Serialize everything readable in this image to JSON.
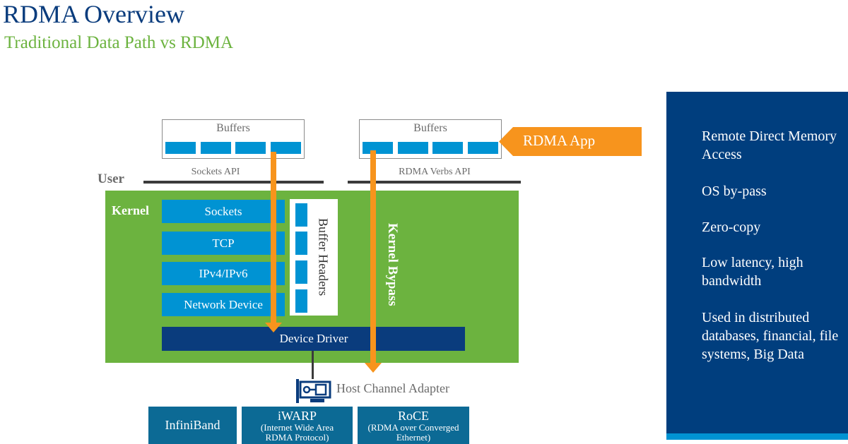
{
  "header": {
    "title": "RDMA Overview",
    "subtitle": "Traditional Data Path vs RDMA"
  },
  "colors": {
    "title": "#0a3c7d",
    "subtitle": "#6cb33f",
    "kernel_bg": "#6cb33f",
    "layer_blue": "#0093d3",
    "driver_navy": "#0a3c7d",
    "arrow_orange": "#f7941d",
    "protocol_teal": "#0c6a95",
    "sidebar_navy": "#003e7e"
  },
  "diagram": {
    "traditional": {
      "buffers_label": "Buffers",
      "buffer_cells": 4,
      "api_label": "Sockets API"
    },
    "rdma": {
      "buffers_label": "Buffers",
      "buffer_cells": 4,
      "api_label": "RDMA Verbs API",
      "app_label": "RDMA App"
    },
    "user_label": "User",
    "kernel_label": "Kernel",
    "kernel_layers": [
      "Sockets",
      "TCP",
      "IPv4/IPv6",
      "Network Device"
    ],
    "buffer_headers_label": "Buffer Headers",
    "buffer_header_cells": 4,
    "kernel_bypass_label": "Kernel Bypass",
    "device_driver_label": "Device Driver",
    "hca": {
      "icon": "network-card-icon",
      "label": "Host Channel Adapter"
    },
    "protocols": [
      {
        "name": "InfiniBand",
        "detail": ""
      },
      {
        "name": "iWARP",
        "detail": "(Internet Wide Area RDMA Protocol)"
      },
      {
        "name": "RoCE",
        "detail": "(RDMA over Converged Ethernet)"
      }
    ]
  },
  "sidebar": {
    "items": [
      "Remote Direct Memory Access",
      "OS by-pass",
      "Zero-copy",
      "Low latency, high bandwidth",
      "Used in distributed databases, financial, file systems, Big Data"
    ]
  }
}
